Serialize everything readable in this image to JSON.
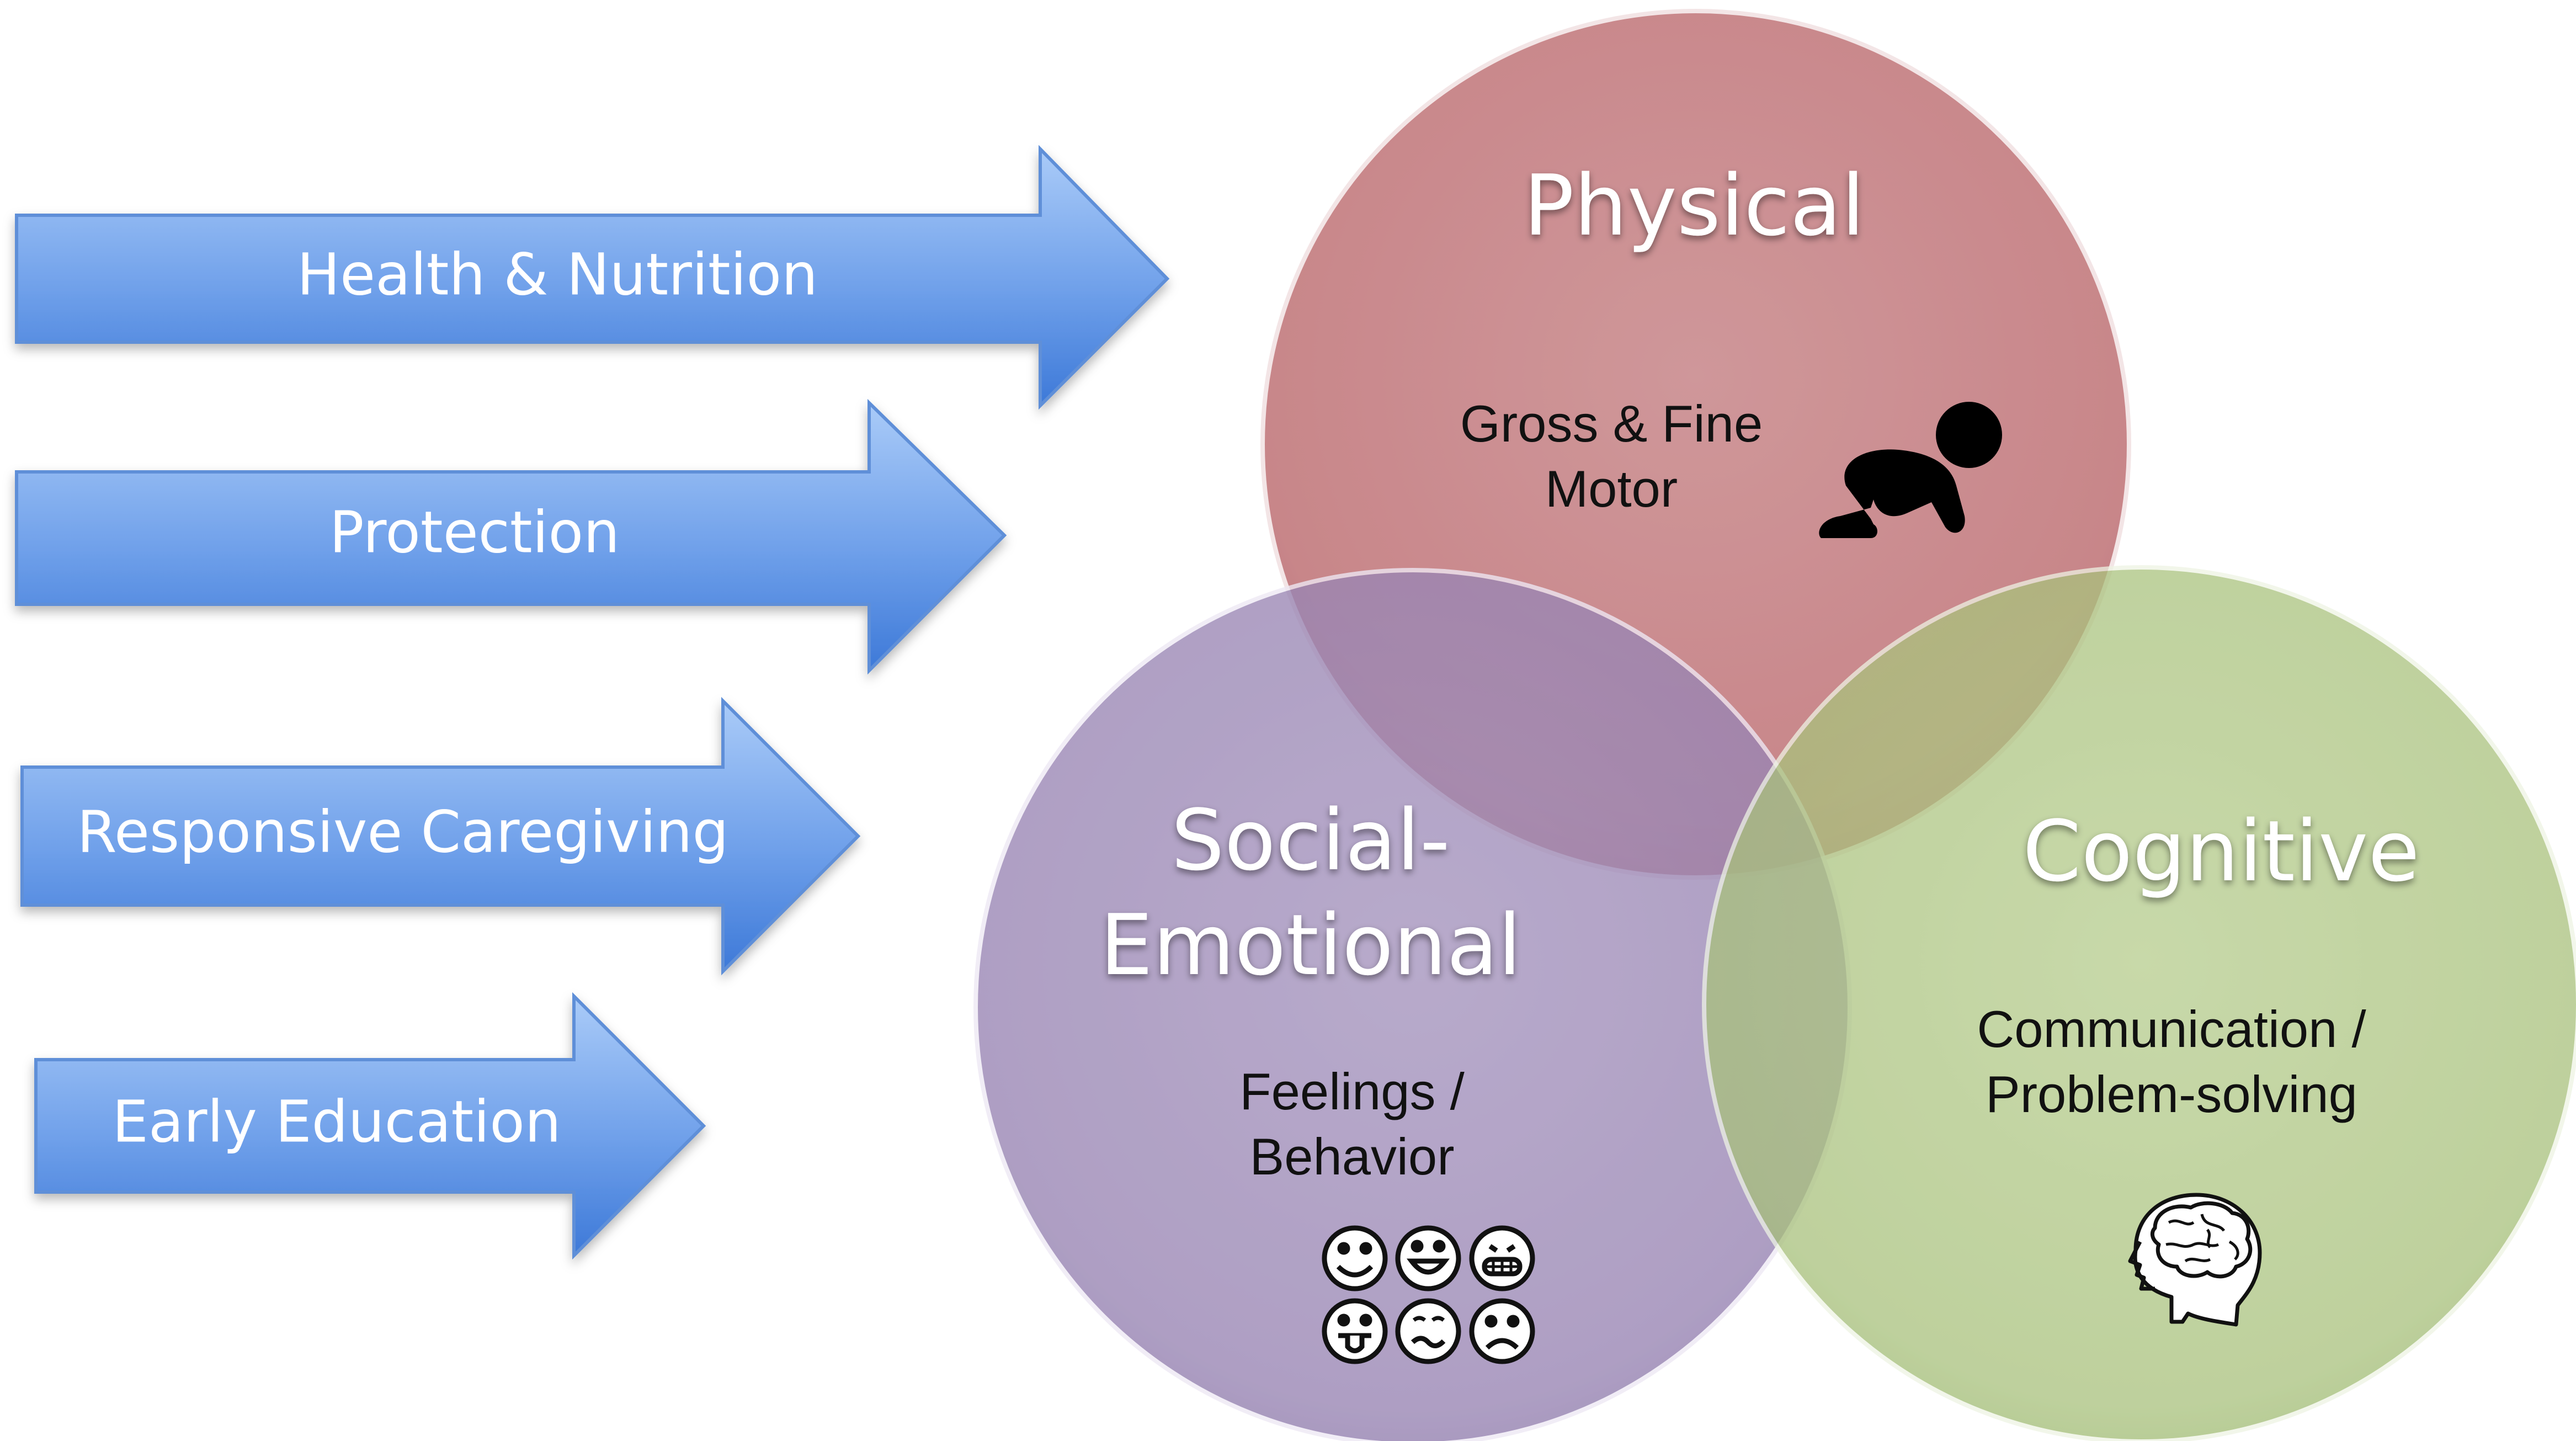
{
  "arrows": [
    {
      "label": "Health & Nutrition"
    },
    {
      "label": "Protection"
    },
    {
      "label": "Responsive Caregiving"
    },
    {
      "label": "Early Education"
    }
  ],
  "circles": {
    "physical": {
      "title": "Physical",
      "subtitle_line1": "Gross & Fine",
      "subtitle_line2": "Motor",
      "icon": "crawling-baby-icon",
      "color": "#c77f83"
    },
    "social_emotional": {
      "title_line1": "Social-",
      "title_line2": "Emotional",
      "subtitle_line1": "Feelings /",
      "subtitle_line2": "Behavior",
      "icon": "emoticon-faces-icon",
      "color": "#9a85b5"
    },
    "cognitive": {
      "title": "Cognitive",
      "subtitle_line1": "Communication /",
      "subtitle_line2": "Problem-solving",
      "icon": "head-brain-icon",
      "color": "#a9c27c"
    }
  },
  "colors": {
    "arrow_top": "#a9c9f7",
    "arrow_bottom": "#3f7ad9",
    "arrow_outline": "#6a9ae0"
  }
}
